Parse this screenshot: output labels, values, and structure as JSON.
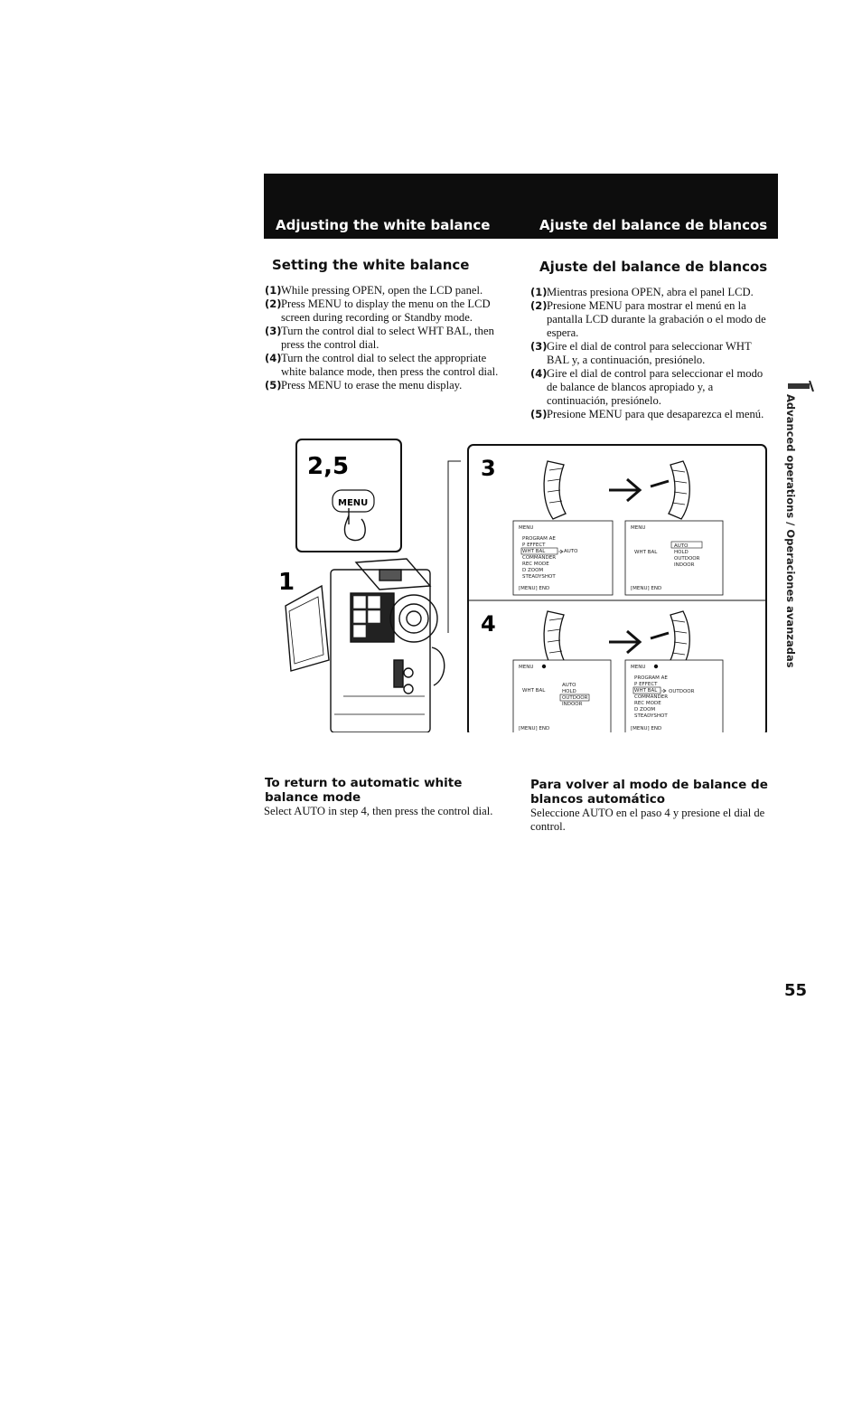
{
  "header": {
    "title_en": "Adjusting the white balance",
    "title_es": "Ajuste del balance de blancos"
  },
  "english": {
    "section_title": "Setting the white balance",
    "steps": [
      {
        "num": "(1)",
        "text": "While pressing OPEN, open the LCD panel."
      },
      {
        "num": "(2)",
        "text": "Press MENU to display the menu on the LCD screen during recording or Standby mode."
      },
      {
        "num": "(3)",
        "text": "Turn the control dial to select WHT BAL, then press the control dial."
      },
      {
        "num": "(4)",
        "text": "Turn the control dial to select the appropriate white balance mode, then press the control dial."
      },
      {
        "num": "(5)",
        "text": "Press MENU to erase the menu display."
      }
    ],
    "return_title": "To return to automatic white balance mode",
    "return_text": "Select AUTO in step 4, then press the control dial."
  },
  "spanish": {
    "section_title": "Ajuste del balance de blancos",
    "steps": [
      {
        "num": "(1)",
        "text": "Mientras presiona OPEN, abra el panel LCD."
      },
      {
        "num": "(2)",
        "text": "Presione MENU para mostrar el menú en la pantalla LCD durante la grabación o el modo de espera."
      },
      {
        "num": "(3)",
        "text": "Gire el dial de control para seleccionar WHT BAL y, a continuación, presiónelo."
      },
      {
        "num": "(4)",
        "text": "Gire el dial de control para seleccionar el modo de balance de blancos apropiado y, a continuación, presiónelo."
      },
      {
        "num": "(5)",
        "text": "Presione MENU para que desaparezca el menú."
      }
    ],
    "return_title": "Para volver al modo de balance de blancos automático",
    "return_text": "Seleccione AUTO en el paso 4 y presione el dial de control."
  },
  "side_tab": "Advanced operations / Operaciones avanzadas",
  "page_number": "55",
  "illustration": {
    "step_25": "2,5",
    "step_1": "1",
    "step_3": "3",
    "step_4": "4",
    "menu_button": "MENU",
    "screen_3a": {
      "title": "MENU",
      "items": [
        "PROGRAM AE",
        "P EFFECT",
        "WHT BAL",
        "COMMANDER",
        "REC MODE",
        "D ZOOM",
        "STEADYSHOT"
      ],
      "value": "AUTO",
      "footer": "[MENU] END"
    },
    "screen_3b": {
      "title": "MENU",
      "label": "WHT BAL",
      "options": [
        "AUTO",
        "HOLD",
        "OUTDOOR",
        "INDOOR"
      ],
      "footer": "[MENU] END"
    },
    "screen_4a": {
      "title": "MENU",
      "label": "WHT BAL",
      "options": [
        "AUTO",
        "HOLD",
        "OUTDOOR",
        "INDOOR"
      ],
      "footer": "[MENU] END"
    },
    "screen_4b": {
      "title": "MENU",
      "items": [
        "PROGRAM AE",
        "P EFFECT",
        "WHT BAL",
        "COMMANDER",
        "REC MODE",
        "D ZOOM",
        "STEADYSHOT"
      ],
      "value": "OUTDOOR",
      "footer": "[MENU] END"
    }
  },
  "colors": {
    "header_bg": "#0d0d0d",
    "header_text": "#ffffff",
    "ink": "#111111"
  }
}
